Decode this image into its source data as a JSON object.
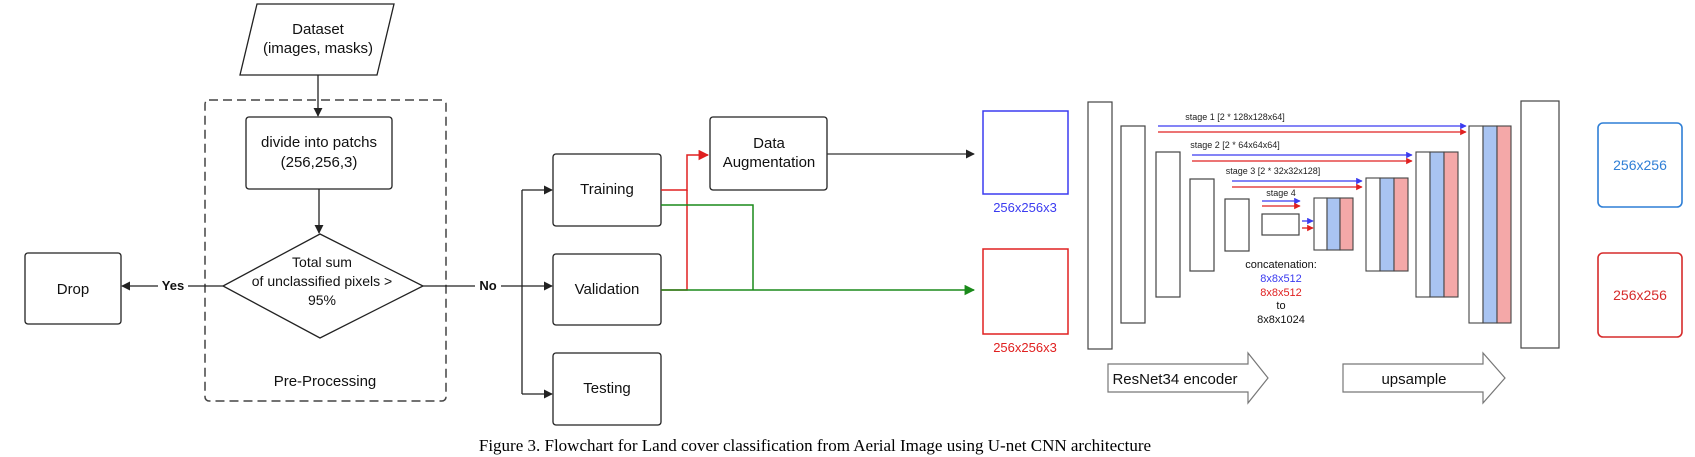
{
  "flowchart": {
    "dataset_line1": "Dataset",
    "dataset_line2": "(images, masks)",
    "divide_line1": "divide into patchs",
    "divide_line2": "(256,256,3)",
    "decision_line1": "Total sum",
    "decision_line2": "of unclassified pixels >",
    "decision_line3": "95%",
    "preprocessing_label": "Pre-Processing",
    "drop_label": "Drop",
    "yes_label": "Yes",
    "no_label": "No",
    "training_label": "Training",
    "validation_label": "Validation",
    "testing_label": "Testing",
    "augmentation_line1": "Data",
    "augmentation_line2": "Augmentation"
  },
  "unet": {
    "input_blue_label": "256x256x3",
    "input_red_label": "256x256x3",
    "stage1": "stage 1 [2 * 128x128x64]",
    "stage2": "stage 2 [2 * 64x64x64]",
    "stage3": "stage 3 [2 * 32x32x128]",
    "stage4": "stage 4",
    "concat_title": "concatenation:",
    "concat_a": "8x8x512",
    "concat_b": "8x8x512",
    "concat_to": "to",
    "concat_result": "8x8x1024",
    "encoder_label": "ResNet34 encoder",
    "upsample_label": "upsample",
    "output_blue_label": "256x256",
    "output_red_label": "256x256"
  },
  "caption": "Figure 3. Flowchart for Land cover classification from Aerial Image using U-net CNN architecture",
  "colors": {
    "blue": "#3b3bf0",
    "red": "#e02020",
    "green": "#1a8a1a",
    "light_blue": "#a9c4f2",
    "light_red": "#f4a8a8",
    "output_blue": "#2f7fd6",
    "output_red": "#d62b2b"
  }
}
